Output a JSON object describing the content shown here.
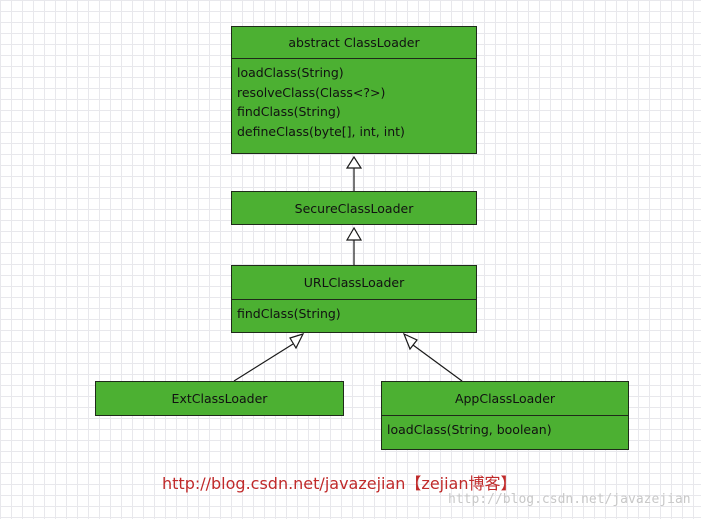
{
  "classes": {
    "classloader": {
      "title": "abstract ClassLoader",
      "methods": [
        "loadClass(String)",
        "resolveClass(Class<?>)",
        "findClass(String)",
        "defineClass(byte[], int, int)"
      ]
    },
    "secure": {
      "title": "SecureClassLoader"
    },
    "url": {
      "title": "URLClassLoader",
      "methods": [
        "findClass(String)"
      ]
    },
    "ext": {
      "title": "ExtClassLoader"
    },
    "app": {
      "title": "AppClassLoader",
      "methods": [
        "loadClass(String, boolean)"
      ]
    }
  },
  "watermark": {
    "url": "http://blog.csdn.net/javazejian【zejian博客】",
    "faint": "http://blog.csdn.net/javazejian"
  },
  "colors": {
    "box": "#4cb032",
    "border": "#1f2a1a",
    "watermark": "#c02a2a"
  }
}
